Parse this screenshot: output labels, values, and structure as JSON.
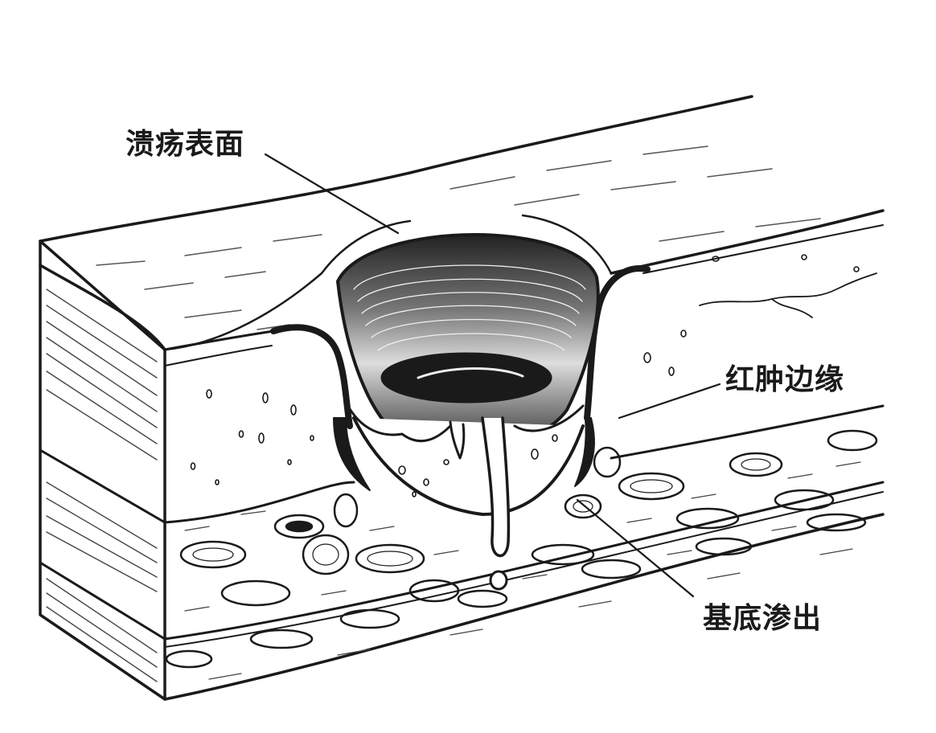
{
  "labels": {
    "ulcer_surface": "溃疡表面",
    "red_swollen_margin": "红肿边缘",
    "base_exudate": "基底渗出"
  },
  "colors": {
    "ink": "#1a1a1a",
    "paper": "#ffffff"
  }
}
